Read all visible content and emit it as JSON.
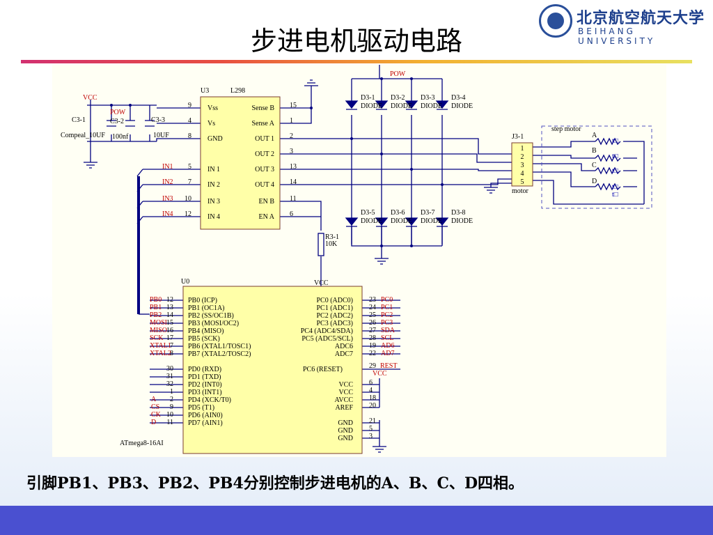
{
  "slide": {
    "title": "步进电机驱动电路",
    "caption": "引脚PB1、PB3、PB2、PB4分别控制步进电机的A、B、C、D四相。"
  },
  "logo": {
    "name_cn": "北京航空航天大学",
    "name_en": "BEIHANG UNIVERSITY"
  },
  "colors": {
    "chip_fill": "#ffffa8",
    "wire": "#000080",
    "net_label": "#c00000",
    "bottom_bar": "#4a50d0"
  },
  "schematic": {
    "power_label": "POW",
    "vcc_label": "VCC",
    "capacitors": {
      "c1_name": "C3-1",
      "c1_value": "Compeal_10UF",
      "c2_name": "C3-2",
      "c2_value": "100nf",
      "c3_name": "C3-3",
      "c3_value": "10UF"
    },
    "driver": {
      "designator": "U3",
      "part": "L298",
      "left_pins": [
        {
          "num": "9",
          "name": "Vss"
        },
        {
          "num": "4",
          "name": "Vs"
        },
        {
          "num": "8",
          "name": "GND"
        },
        {
          "num": "5",
          "name": "IN 1",
          "net": "IN1"
        },
        {
          "num": "7",
          "name": "IN 2",
          "net": "IN2"
        },
        {
          "num": "10",
          "name": "IN 3",
          "net": "IN3"
        },
        {
          "num": "12",
          "name": "IN 4",
          "net": "IN4"
        }
      ],
      "right_pins": [
        {
          "num": "15",
          "name": "Sense B"
        },
        {
          "num": "1",
          "name": "Sense A"
        },
        {
          "num": "2",
          "name": "OUT 1"
        },
        {
          "num": "3",
          "name": "OUT 2"
        },
        {
          "num": "13",
          "name": "OUT 3"
        },
        {
          "num": "14",
          "name": "OUT 4"
        },
        {
          "num": "11",
          "name": "EN B"
        },
        {
          "num": "6",
          "name": "EN A"
        }
      ]
    },
    "diodes_top": [
      {
        "ref": "D3-1",
        "type": "DIODE"
      },
      {
        "ref": "D3-2",
        "type": "DIODE"
      },
      {
        "ref": "D3-3",
        "type": "DIODE"
      },
      {
        "ref": "D3-4",
        "type": "DIODE"
      }
    ],
    "diodes_bottom": [
      {
        "ref": "D3-5",
        "type": "DIODE"
      },
      {
        "ref": "D3-6",
        "type": "DIODE"
      },
      {
        "ref": "D3-7",
        "type": "DIODE"
      },
      {
        "ref": "D3-8",
        "type": "DIODE"
      }
    ],
    "resistor": {
      "ref": "R3-1",
      "value": "10K"
    },
    "connector": {
      "ref": "J3-1",
      "pins": [
        "1",
        "2",
        "3",
        "4",
        "5"
      ],
      "label": "motor"
    },
    "motor": {
      "label": "step motor",
      "phases": [
        "A",
        "B",
        "C",
        "D"
      ],
      "coil_label": "t□"
    },
    "mcu": {
      "designator": "U0",
      "part": "ATmega8-16AI",
      "left_top": [
        {
          "net": "PB0",
          "num": "12",
          "name": "PB0 (ICP)"
        },
        {
          "net": "PB1",
          "num": "13",
          "name": "PB1 (OC1A)"
        },
        {
          "net": "PB2",
          "num": "14",
          "name": "PB2 (SS/OC1B)"
        },
        {
          "net": "MOSI",
          "num": "15",
          "name": "PB3 (MOSI/OC2)"
        },
        {
          "net": "MISO",
          "num": "16",
          "name": "PB4 (MISO)"
        },
        {
          "net": "SCK",
          "num": "17",
          "name": "PB5 (SCK)"
        },
        {
          "net": "XTAL1",
          "num": "7",
          "name": "PB6 (XTAL1/TOSC1)"
        },
        {
          "net": "XTAL2",
          "num": "8",
          "name": "PB7 (XTAL2/TOSC2)"
        }
      ],
      "left_bottom": [
        {
          "net": "",
          "num": "30",
          "name": "PD0 (RXD)"
        },
        {
          "net": "",
          "num": "31",
          "name": "PD1 (TXD)"
        },
        {
          "net": "",
          "num": "32",
          "name": "PD2 (INT0)"
        },
        {
          "net": "",
          "num": "1",
          "name": "PD3 (INT1)"
        },
        {
          "net": "A",
          "num": "2",
          "name": "PD4 (XCK/T0)"
        },
        {
          "net": "CS",
          "num": "9",
          "name": "PD5 (T1)"
        },
        {
          "net": "CK",
          "num": "10",
          "name": "PD6 (AIN0)"
        },
        {
          "net": "D",
          "num": "11",
          "name": "PD7 (AIN1)"
        }
      ],
      "right_top": [
        {
          "num": "23",
          "net": "PC0",
          "name": "PC0 (ADC0)"
        },
        {
          "num": "24",
          "net": "PC1",
          "name": "PC1 (ADC1)"
        },
        {
          "num": "25",
          "net": "PC2",
          "name": "PC2 (ADC2)"
        },
        {
          "num": "26",
          "net": "PC3",
          "name": "PC3 (ADC3)"
        },
        {
          "num": "27",
          "net": "SDA",
          "name": "PC4 (ADC4/SDA)"
        },
        {
          "num": "28",
          "net": "SCL",
          "name": "PC5 (ADC5/SCL)"
        },
        {
          "num": "19",
          "net": "AD6",
          "name": "ADC6"
        },
        {
          "num": "22",
          "net": "AD7",
          "name": "ADC7"
        }
      ],
      "reset": {
        "num": "29",
        "net": "REST",
        "name": "PC6 (RESET)"
      },
      "power_pins": [
        {
          "num": "6",
          "name": "VCC"
        },
        {
          "num": "4",
          "name": "VCC"
        },
        {
          "num": "18",
          "name": "AVCC"
        },
        {
          "num": "20",
          "name": "AREF"
        }
      ],
      "gnd_pins": [
        {
          "num": "21",
          "name": "GND"
        },
        {
          "num": "5",
          "name": "GND"
        },
        {
          "num": "3",
          "name": "GND"
        }
      ]
    }
  }
}
